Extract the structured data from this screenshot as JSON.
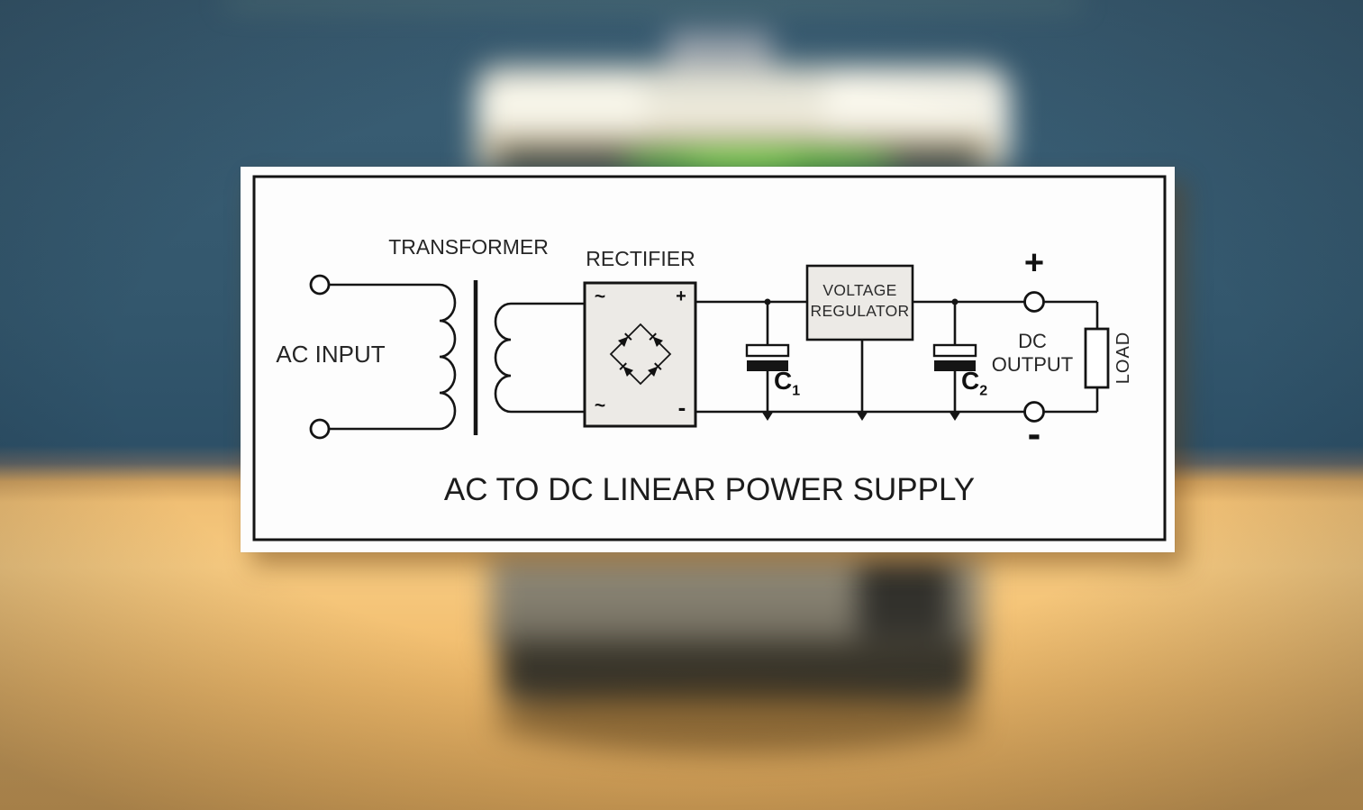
{
  "background": {
    "wall_color": "#33576d",
    "desk_color": "#f2c176",
    "device": {
      "body_color": "#f3f0e1",
      "knob_color": "#9aa4ae",
      "display_glow_color": "#54b72e",
      "base_color": "#6e695c"
    }
  },
  "diagram": {
    "title": "AC TO DC LINEAR POWER SUPPLY",
    "line_color": "#151515",
    "box_fill": "#eceae6",
    "labels": {
      "ac_input": "AC INPUT",
      "transformer": "TRANSFORMER",
      "rectifier": "RECTIFIER",
      "voltage_regulator_line1": "VOLTAGE",
      "voltage_regulator_line2": "REGULATOR",
      "cap1": {
        "name": "C",
        "sub": "1"
      },
      "cap2": {
        "name": "C",
        "sub": "2"
      },
      "dc_output_line1": "DC",
      "dc_output_line2": "OUTPUT",
      "load": "LOAD",
      "plus": "+",
      "minus": "-"
    },
    "rectifier_markings": {
      "top_left": "~",
      "top_right": "+",
      "bottom_left": "~",
      "bottom_right": "-"
    }
  }
}
